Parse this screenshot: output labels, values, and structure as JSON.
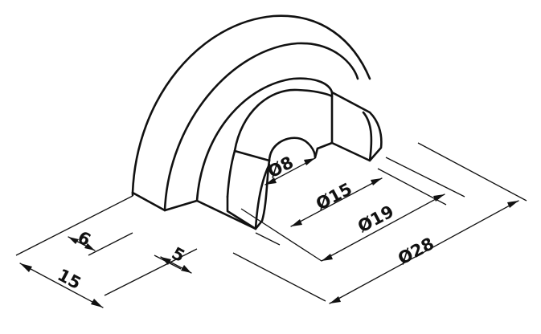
{
  "dimensions": {
    "d8": "Ø8",
    "d15": "Ø15",
    "d19": "Ø19",
    "d28": "Ø28",
    "w6": "6",
    "w5": "5",
    "w15": "15"
  }
}
